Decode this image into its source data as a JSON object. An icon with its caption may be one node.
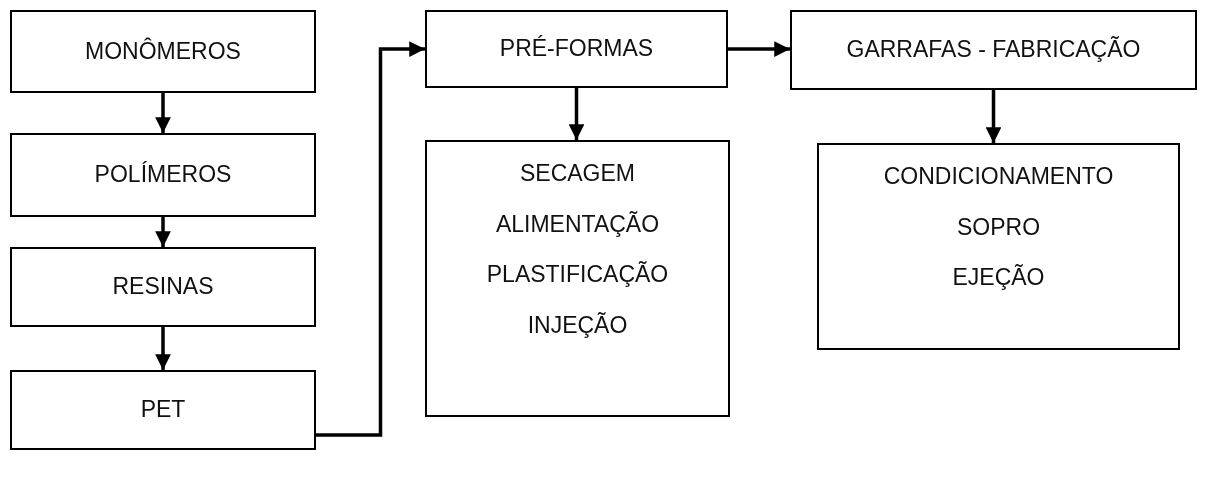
{
  "diagram": {
    "nodes": [
      {
        "text": [
          "MONÔMEROS"
        ]
      },
      {
        "text": [
          "POLÍMEROS"
        ]
      },
      {
        "text": [
          "RESINAS"
        ]
      },
      {
        "text": [
          "PET"
        ]
      },
      {
        "text": [
          "PRÉ-FORMAS"
        ]
      },
      {
        "text": [
          "SECAGEM",
          "ALIMENTAÇÃO",
          "PLASTIFICAÇÃO",
          "INJEÇÃO"
        ]
      },
      {
        "text": [
          "GARRAFAS - FABRICAÇÃO"
        ]
      },
      {
        "text": [
          "CONDICIONAMENTO",
          "SOPRO",
          "EJEÇÃO"
        ]
      }
    ],
    "edges": [
      {
        "from": 0,
        "to": 1,
        "arrow": "to"
      },
      {
        "from": 1,
        "to": 2,
        "arrow": "to"
      },
      {
        "from": 2,
        "to": 3,
        "arrow": "to"
      },
      {
        "from": 3,
        "to": 4,
        "arrow": "to"
      },
      {
        "from": 4,
        "to": 5,
        "arrow": "to"
      },
      {
        "from": 4,
        "to": 6,
        "arrow": "to"
      },
      {
        "from": 6,
        "to": 7,
        "arrow": "to"
      }
    ]
  }
}
